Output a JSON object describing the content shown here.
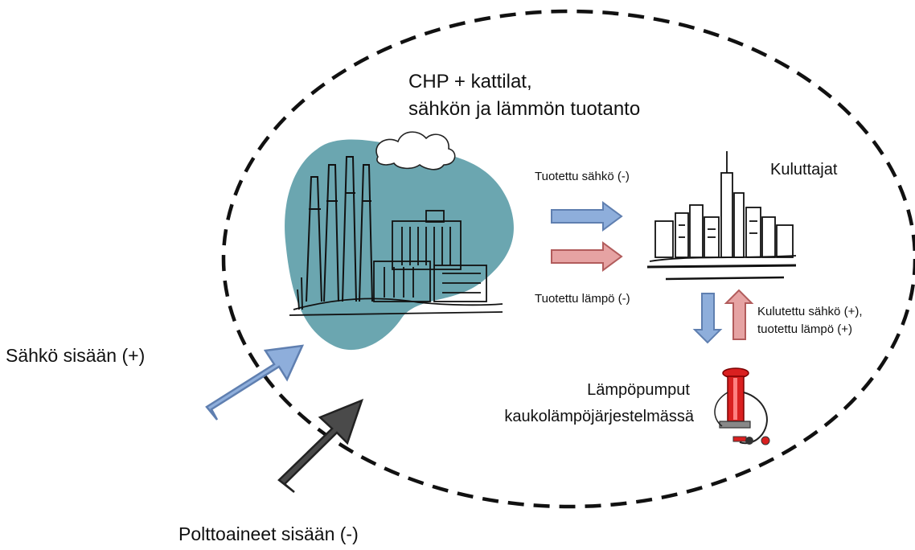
{
  "diagram": {
    "plant_title_line1": "CHP + kattilat,",
    "plant_title_line2": "sähkön ja lämmön tuotanto",
    "produced_electricity": "Tuotettu sähkö (-)",
    "produced_heat": "Tuotettu lämpö (-)",
    "consumers": "Kuluttajat",
    "consumed_line1": "Kulutettu sähkö (+),",
    "consumed_line2": "tuotettu lämpö (+)",
    "heatpumps_line1": "Lämpöpumput",
    "heatpumps_line2": "kaukolämpöjärjestelmässä",
    "electricity_in": "Sähkö sisään (+)",
    "fuels_in": "Polttoaineet sisään (-)"
  },
  "colors": {
    "electricity_fill": "#8eaedb",
    "electricity_stroke": "#5f7fb0",
    "heat_fill": "#e6a3a3",
    "heat_stroke": "#b25c5c",
    "fuel_fill": "#4a4a4a",
    "plant_blob": "#6ba6b0",
    "boundary": "#111111",
    "pump_red": "#d92020"
  },
  "icons": [
    "power-plant-icon",
    "city-skyline-icon",
    "heat-pump-icon"
  ]
}
